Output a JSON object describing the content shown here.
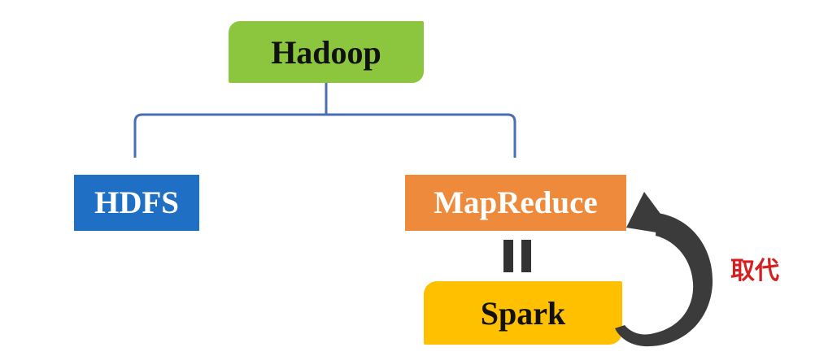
{
  "nodes": {
    "root": "Hadoop",
    "left": "HDFS",
    "right": "MapReduce",
    "bottom": "Spark"
  },
  "replace_label": "取代",
  "colors": {
    "root": "#8cc63f",
    "left": "#1f6fc5",
    "right": "#ee8a3c",
    "bottom": "#ffc000",
    "connector": "#4a6fb5",
    "arrow": "#3b3b3b",
    "label": "#d42020"
  },
  "icons": {
    "equals": "equals-sign-icon",
    "arrow": "curved-arrow-icon"
  }
}
